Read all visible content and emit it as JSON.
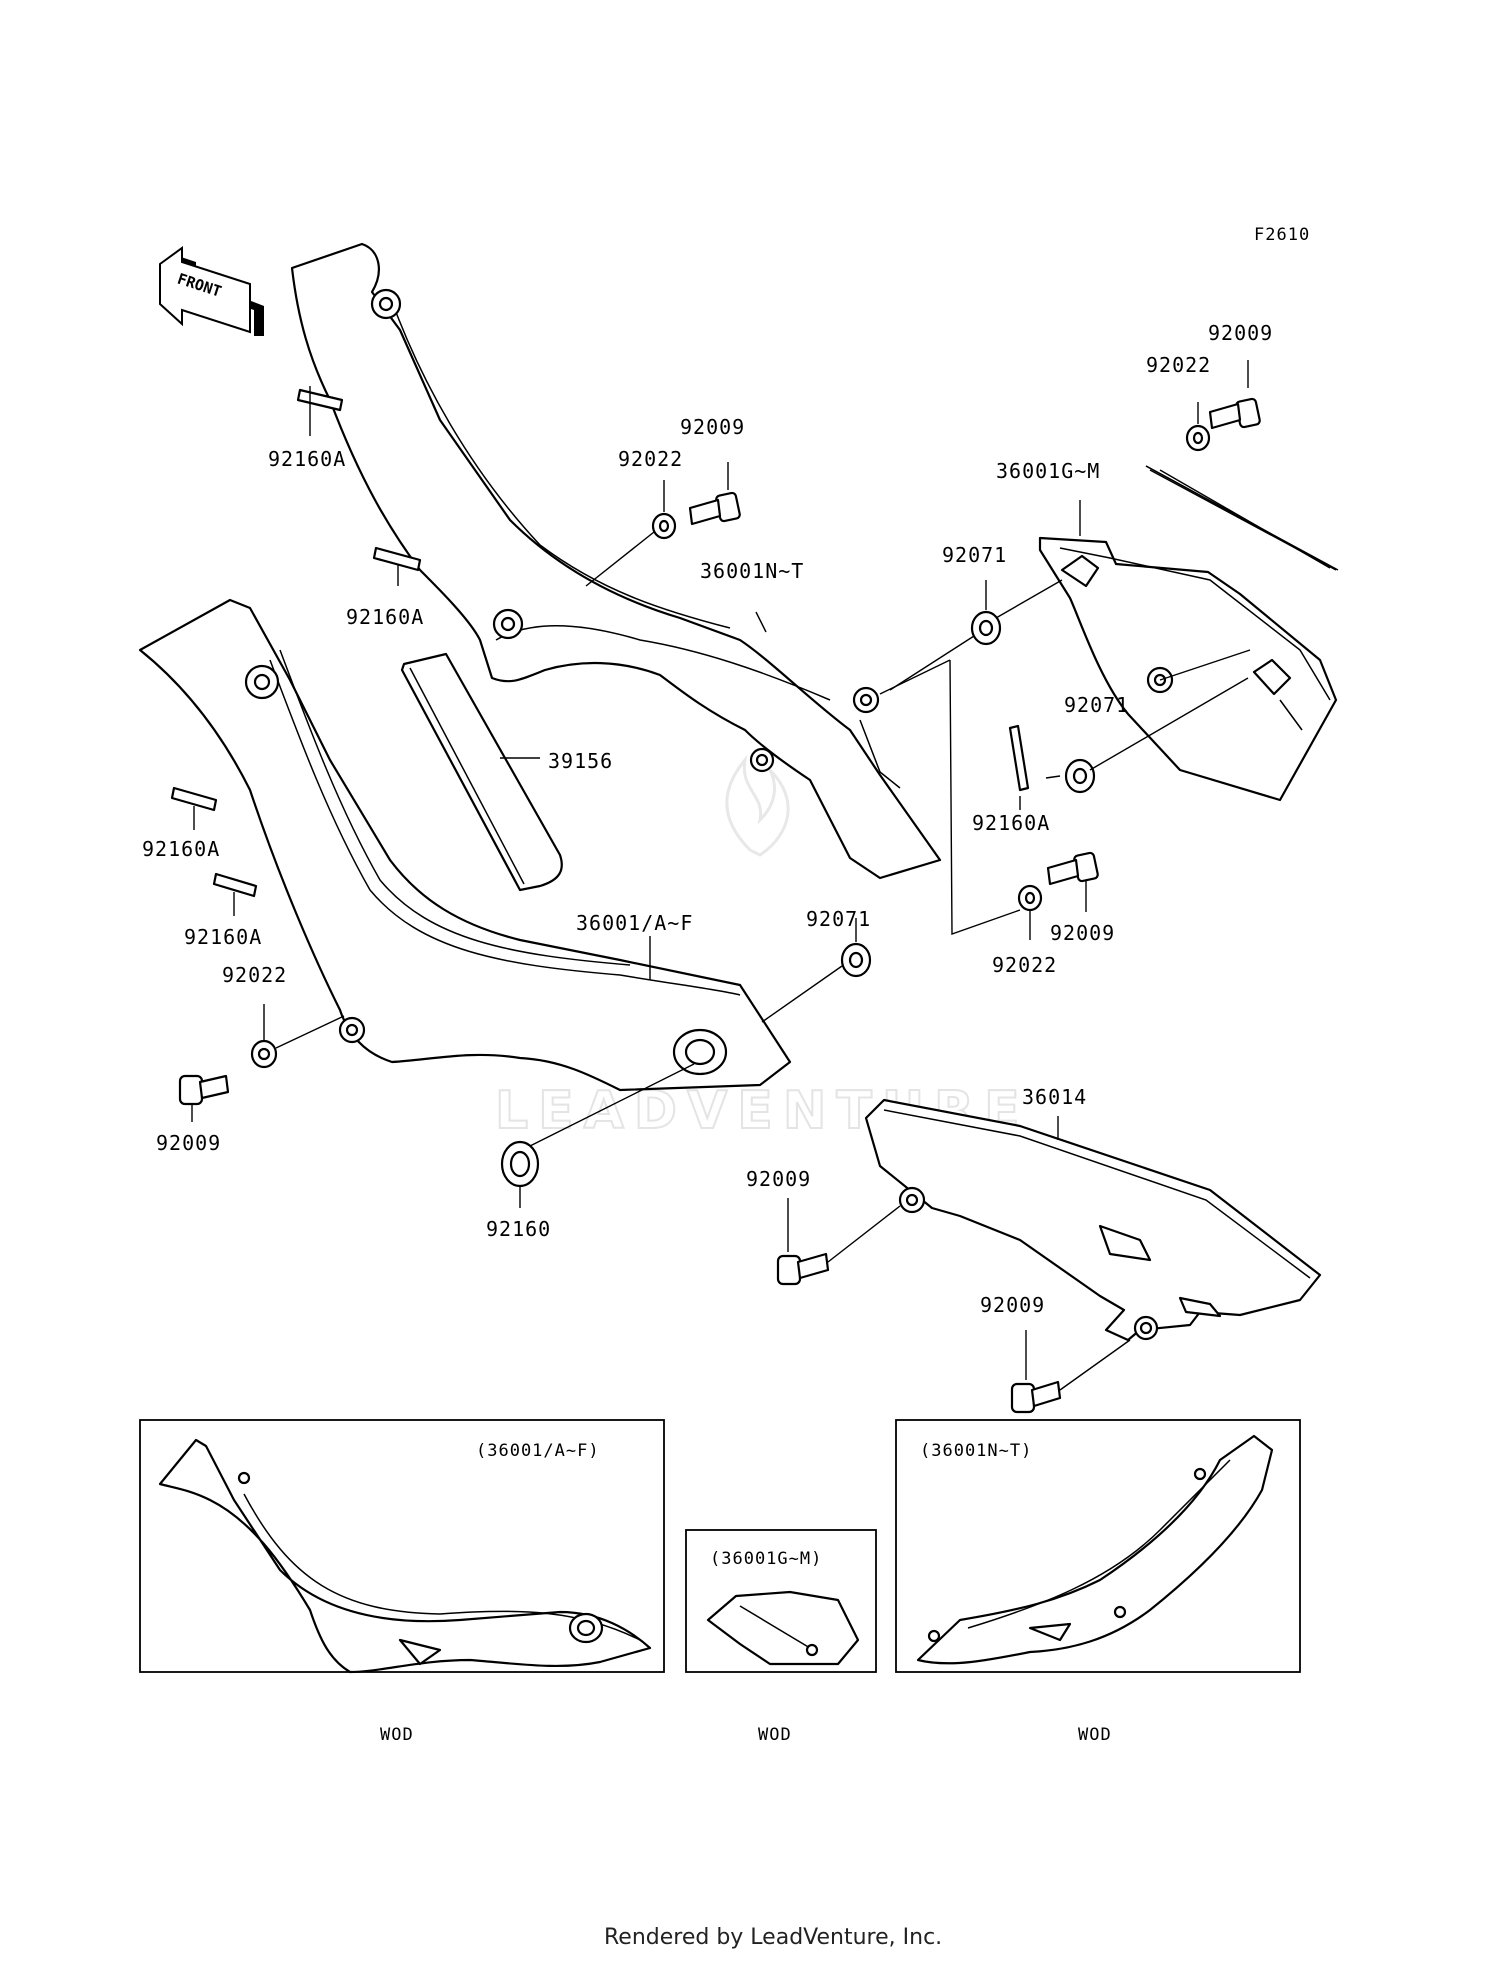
{
  "diagram_code": "F2610",
  "front_label": "FRONT",
  "labels": [
    {
      "key": "92009_top_right",
      "text": "92009"
    },
    {
      "key": "92022_top_right",
      "text": "92022"
    },
    {
      "key": "36001GM",
      "text": "36001G~M"
    },
    {
      "key": "92160A_1",
      "text": "92160A"
    },
    {
      "key": "92009_mid",
      "text": "92009"
    },
    {
      "key": "92022_mid",
      "text": "92022"
    },
    {
      "key": "36001NT",
      "text": "36001N~T"
    },
    {
      "key": "92071_top",
      "text": "92071"
    },
    {
      "key": "92160A_2",
      "text": "92160A"
    },
    {
      "key": "39156",
      "text": "39156"
    },
    {
      "key": "92071_right",
      "text": "92071"
    },
    {
      "key": "92160A_right",
      "text": "92160A"
    },
    {
      "key": "92160A_3",
      "text": "92160A"
    },
    {
      "key": "92160A_4",
      "text": "92160A"
    },
    {
      "key": "36001AF",
      "text": "36001/A~F"
    },
    {
      "key": "92071_low",
      "text": "92071"
    },
    {
      "key": "92009_right",
      "text": "92009"
    },
    {
      "key": "92022_right",
      "text": "92022"
    },
    {
      "key": "92022_left",
      "text": "92022"
    },
    {
      "key": "92009_left",
      "text": "92009"
    },
    {
      "key": "36014",
      "text": "36014"
    },
    {
      "key": "92009_chain1",
      "text": "92009"
    },
    {
      "key": "92160",
      "text": "92160"
    },
    {
      "key": "92009_chain2",
      "text": "92009"
    }
  ],
  "insets": [
    {
      "title": "(36001/A~F)",
      "caption": "WOD"
    },
    {
      "title": "(36001G~M)",
      "caption": "WOD"
    },
    {
      "title": "(36001N~T)",
      "caption": "WOD"
    }
  ],
  "watermark": "LEADVENTURE",
  "footer": "Rendered by LeadVenture, Inc."
}
